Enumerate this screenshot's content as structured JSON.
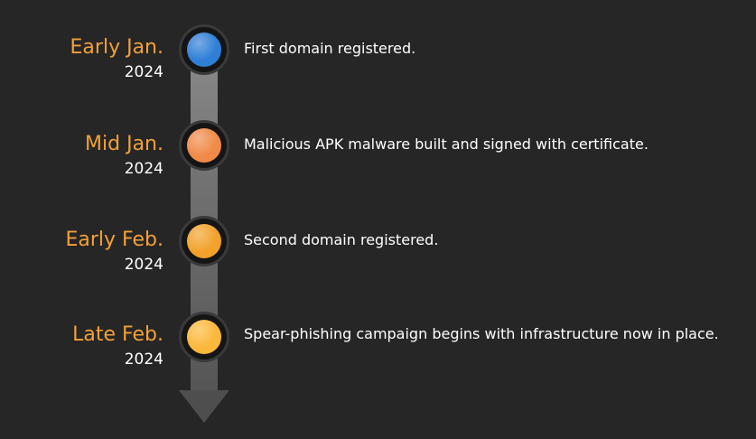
{
  "timeline": {
    "events": [
      {
        "period": "Early Jan.",
        "year": "2024",
        "description": "First domain registered.",
        "color": "#2f7fd6"
      },
      {
        "period": "Mid Jan.",
        "year": "2024",
        "description": "Malicious APK malware built and signed with certificate.",
        "color": "#f08a48"
      },
      {
        "period": "Early Feb.",
        "year": "2024",
        "description": "Second domain registered.",
        "color": "#f2a12a"
      },
      {
        "period": "Late Feb.",
        "year": "2024",
        "description": "Spear-phishing campaign begins with infrastructure now in place.",
        "color": "#fbb83a"
      }
    ],
    "label_color": "#f3a03a",
    "text_color": "#ffffff",
    "background": "#262626"
  }
}
